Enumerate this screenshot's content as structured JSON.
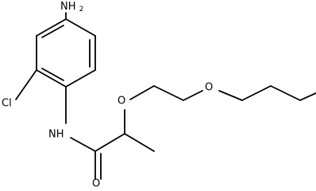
{
  "molecule": {
    "labels": {
      "amine_n": "NH",
      "amine_sub": "2",
      "chlorine": "Cl",
      "amide_nh": "NH",
      "ether_o1": "O",
      "ether_o2": "O",
      "carbonyl_o": "O"
    }
  }
}
